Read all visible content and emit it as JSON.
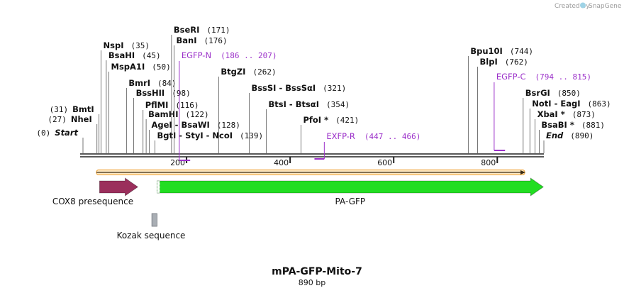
{
  "credit": {
    "prefix": "Created by",
    "brand": "SnapGene"
  },
  "map": {
    "title": "mPA-GFP-Mito-7",
    "length_text": "890 bp",
    "length_bp": 890,
    "ticks": [
      "200",
      "400",
      "600",
      "800"
    ]
  },
  "sites": [
    {
      "name": "Start",
      "pos": 0,
      "pos_label": "(0)",
      "italic": true
    },
    {
      "name": "NheI",
      "pos": 27,
      "pos_label": "(27)"
    },
    {
      "name": "BmtI",
      "pos": 31,
      "pos_label": "(31)"
    },
    {
      "name": "NspI",
      "pos": 35,
      "pos_label": "(35)"
    },
    {
      "name": "BsaHI",
      "pos": 45,
      "pos_label": "(45)"
    },
    {
      "name": "MspA1I",
      "pos": 50,
      "pos_label": "(50)"
    },
    {
      "name": "BmrI",
      "pos": 84,
      "pos_label": "(84)"
    },
    {
      "name": "BssHII",
      "pos": 98,
      "pos_label": "(98)"
    },
    {
      "name": "PflMI",
      "pos": 116,
      "pos_label": "(116)"
    },
    {
      "name": "BamHI",
      "pos": 122,
      "pos_label": "(122)"
    },
    {
      "name": "AgeI - BsaWI",
      "pos": 128,
      "pos_label": "(128)"
    },
    {
      "name": "BgtI - StyI - NcoI",
      "pos": 139,
      "pos_label": "(139)"
    },
    {
      "name": "BseRI",
      "pos": 171,
      "pos_label": "(171)"
    },
    {
      "name": "BanI",
      "pos": 176,
      "pos_label": "(176)"
    },
    {
      "name": "BtgZI",
      "pos": 262,
      "pos_label": "(262)"
    },
    {
      "name": "BssSI - BssSαI",
      "pos": 321,
      "pos_label": "(321)"
    },
    {
      "name": "BtsI - BtsαI",
      "pos": 354,
      "pos_label": "(354)"
    },
    {
      "name": "PfoI *",
      "pos": 421,
      "pos_label": "(421)"
    },
    {
      "name": "Bpu10I",
      "pos": 744,
      "pos_label": "(744)"
    },
    {
      "name": "BlpI",
      "pos": 762,
      "pos_label": "(762)"
    },
    {
      "name": "BsrGI",
      "pos": 850,
      "pos_label": "(850)"
    },
    {
      "name": "NotI - EagI",
      "pos": 863,
      "pos_label": "(863)"
    },
    {
      "name": "XbaI *",
      "pos": 873,
      "pos_label": "(873)"
    },
    {
      "name": "BsaBI *",
      "pos": 881,
      "pos_label": "(881)"
    },
    {
      "name": "End",
      "pos": 890,
      "pos_label": "(890)",
      "italic": true
    }
  ],
  "primers": [
    {
      "name": "EGFP-N",
      "range": "(186 .. 207)",
      "start": 186,
      "end": 207,
      "strand": "forward"
    },
    {
      "name": "EXFP-R",
      "range": "(447 .. 466)",
      "start": 447,
      "end": 466,
      "strand": "reverse"
    },
    {
      "name": "EGFP-C",
      "range": "(794 .. 815)",
      "start": 794,
      "end": 815,
      "strand": "forward"
    }
  ],
  "features": [
    {
      "name": "COX8 presequence",
      "start": 32,
      "end": 106,
      "color": "#9b2f5c",
      "type": "arrow"
    },
    {
      "name": "PA-GFP",
      "start": 143,
      "end": 889,
      "color": "#22dd22",
      "type": "arrow"
    },
    {
      "name": "Kozak sequence",
      "start": 133,
      "end": 143,
      "color": "#a9aeb4",
      "type": "box"
    }
  ],
  "orf_color": "#f0a030"
}
